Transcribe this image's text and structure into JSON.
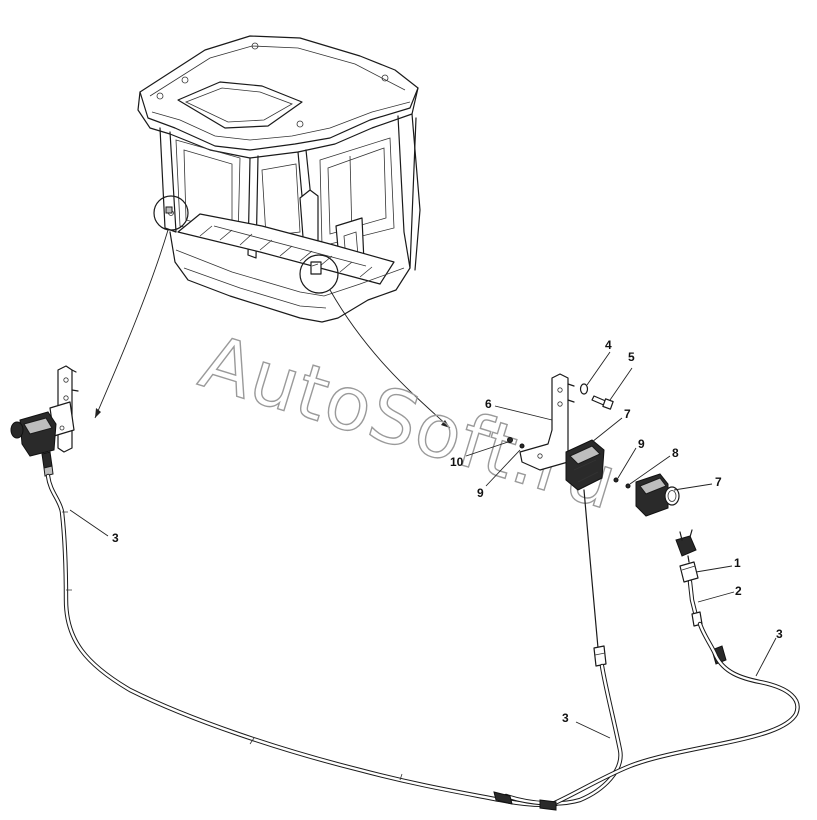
{
  "watermark": "AutoSoft.ru",
  "callouts": {
    "c1": "1",
    "c2": "2",
    "c3a": "3",
    "c3b": "3",
    "c3c": "3",
    "c4": "4",
    "c5": "5",
    "c6": "6",
    "c7a": "7",
    "c7b": "7",
    "c8": "8",
    "c9a": "9",
    "c9b": "9",
    "c10": "10"
  },
  "colors": {
    "line": "#1a1a1a",
    "watermark": "#9a9a9a",
    "background": "#ffffff"
  }
}
